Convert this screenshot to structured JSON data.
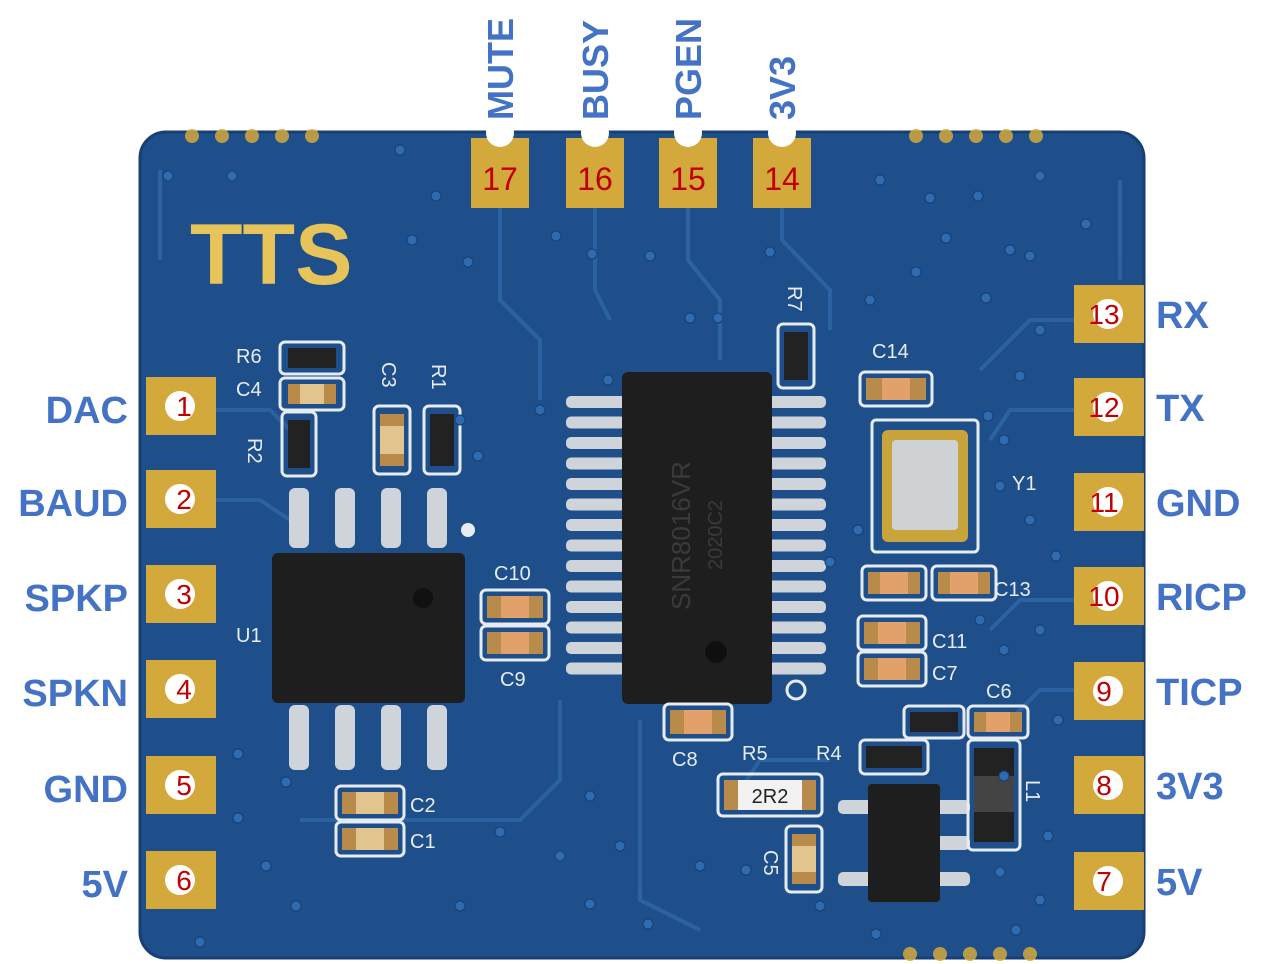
{
  "board": {
    "logo": "TTS",
    "colors": {
      "pcb": "#1f4f8a",
      "pcb_dark": "#173f73",
      "trace": "#2c64a4",
      "pad": "#d4a93c",
      "label": "#4472c4",
      "pin_number": "#c00000",
      "chip": "#1e1e1e",
      "silk": "#e6ecf2"
    },
    "components": [
      {
        "id": "r6",
        "ref": "R6"
      },
      {
        "id": "c4",
        "ref": "C4"
      },
      {
        "id": "r2",
        "ref": "R2"
      },
      {
        "id": "c3",
        "ref": "C3"
      },
      {
        "id": "r1",
        "ref": "R1"
      },
      {
        "id": "u1",
        "ref": "U1"
      },
      {
        "id": "c10",
        "ref": "C10"
      },
      {
        "id": "c9",
        "ref": "C9"
      },
      {
        "id": "r7",
        "ref": "R7"
      },
      {
        "id": "c14",
        "ref": "C14"
      },
      {
        "id": "y1",
        "ref": "Y1"
      },
      {
        "id": "c13",
        "ref": "C13"
      },
      {
        "id": "c11",
        "ref": "C11"
      },
      {
        "id": "c7",
        "ref": "C7"
      },
      {
        "id": "c6",
        "ref": "C6"
      },
      {
        "id": "c8",
        "ref": "C8"
      },
      {
        "id": "r5",
        "ref": "R5"
      },
      {
        "id": "r4",
        "ref": "R4"
      },
      {
        "id": "c2",
        "ref": "C2"
      },
      {
        "id": "c1",
        "ref": "C1"
      },
      {
        "id": "c5",
        "ref": "C5"
      },
      {
        "id": "l1",
        "ref": "L1"
      }
    ],
    "resistor_marking": "2R2",
    "main_chip_marking": [
      "SNR8016VR",
      "2020C2"
    ]
  },
  "pins": {
    "left": [
      {
        "number": "1",
        "label": "DAC"
      },
      {
        "number": "2",
        "label": "BAUD"
      },
      {
        "number": "3",
        "label": "SPKP"
      },
      {
        "number": "4",
        "label": "SPKN"
      },
      {
        "number": "5",
        "label": "GND"
      },
      {
        "number": "6",
        "label": "5V"
      }
    ],
    "right": [
      {
        "number": "13",
        "label": "RX"
      },
      {
        "number": "12",
        "label": "TX"
      },
      {
        "number": "11",
        "label": "GND"
      },
      {
        "number": "10",
        "label": "RICP"
      },
      {
        "number": "9",
        "label": "TICP"
      },
      {
        "number": "8",
        "label": "3V3"
      },
      {
        "number": "7",
        "label": "5V"
      }
    ],
    "top": [
      {
        "number": "17",
        "label": "MUTE"
      },
      {
        "number": "16",
        "label": "BUSY"
      },
      {
        "number": "15",
        "label": "PGEN"
      },
      {
        "number": "14",
        "label": "3V3"
      }
    ]
  }
}
